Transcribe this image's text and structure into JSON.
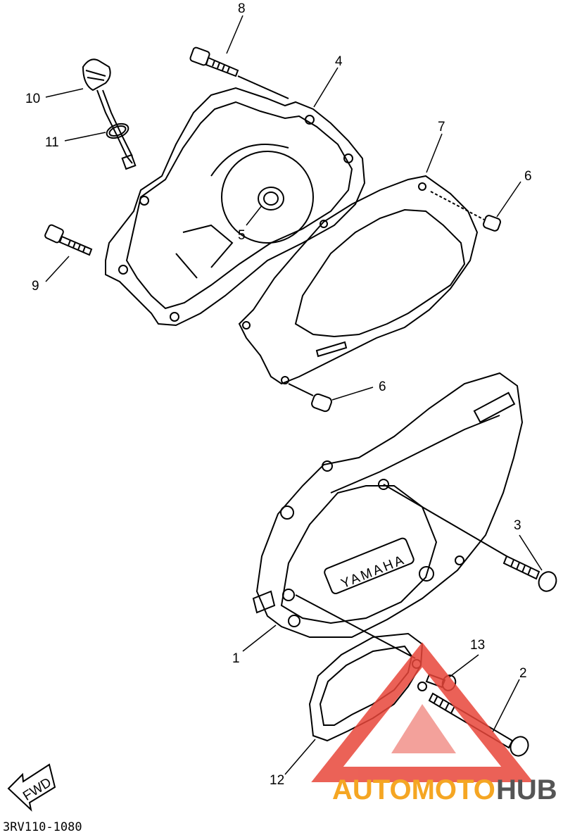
{
  "diagram": {
    "callouts": {
      "c1": "1",
      "c2": "2",
      "c3": "3",
      "c4": "4",
      "c5": "5",
      "c6a": "6",
      "c6b": "6",
      "c7": "7",
      "c8": "8",
      "c9": "9",
      "c10": "10",
      "c11": "11",
      "c12": "12",
      "c13": "13"
    },
    "brand_emboss": "YAMAHA",
    "fwd_label": "FWD",
    "reference_code": "3RV110-1080"
  },
  "watermark": {
    "text_part1": "AUTOMOTO",
    "text_part2": "HUB",
    "colors": {
      "part1": "#f5a623",
      "part2": "#555555",
      "triangle": "#e8463a"
    }
  }
}
